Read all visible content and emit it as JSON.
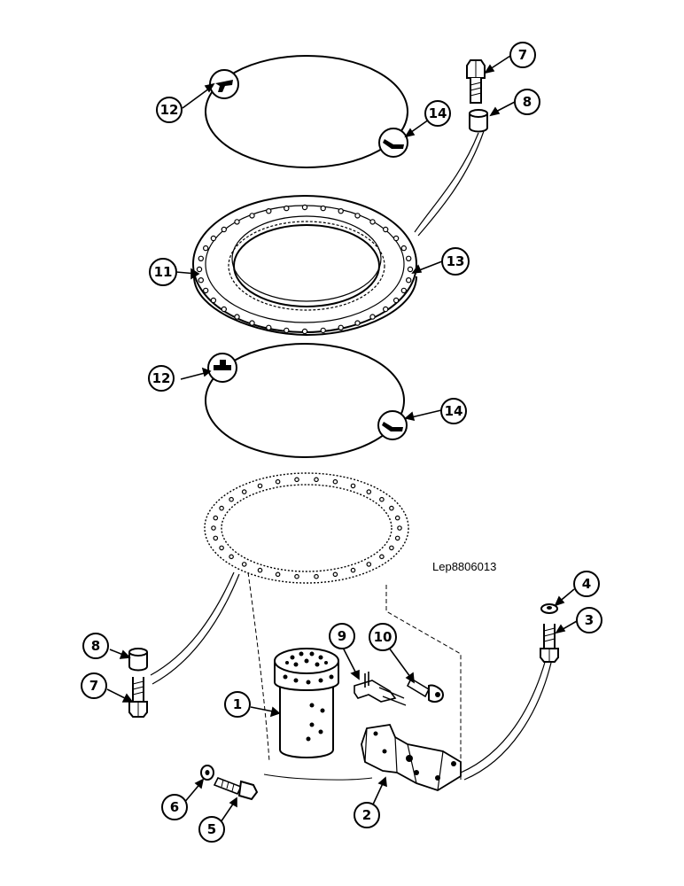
{
  "diagram": {
    "reference_code": "Lep8806013",
    "callouts": [
      "1",
      "2",
      "3",
      "4",
      "5",
      "6",
      "7",
      "8",
      "9",
      "10",
      "11",
      "12",
      "13",
      "14"
    ],
    "parts": [
      {
        "id": "seal-top",
        "label": "12"
      },
      {
        "id": "seal-top-lip",
        "label": "14"
      },
      {
        "id": "slewing-ring",
        "label": "11"
      },
      {
        "id": "slewing-ring-outer",
        "label": "13"
      },
      {
        "id": "seal-bottom",
        "label": "12"
      },
      {
        "id": "seal-bottom-lip",
        "label": "14"
      },
      {
        "id": "bolt-top",
        "label": "7"
      },
      {
        "id": "spacer-top",
        "label": "8"
      },
      {
        "id": "spacer-left",
        "label": "8"
      },
      {
        "id": "bolt-left",
        "label": "7"
      },
      {
        "id": "washer-right",
        "label": "4"
      },
      {
        "id": "bolt-right",
        "label": "3"
      },
      {
        "id": "rotary-joint",
        "label": "1"
      },
      {
        "id": "bracket",
        "label": "2"
      },
      {
        "id": "clip",
        "label": "9"
      },
      {
        "id": "bolt-clip",
        "label": "10"
      },
      {
        "id": "washer-small",
        "label": "6"
      },
      {
        "id": "bolt-small",
        "label": "5"
      }
    ]
  }
}
